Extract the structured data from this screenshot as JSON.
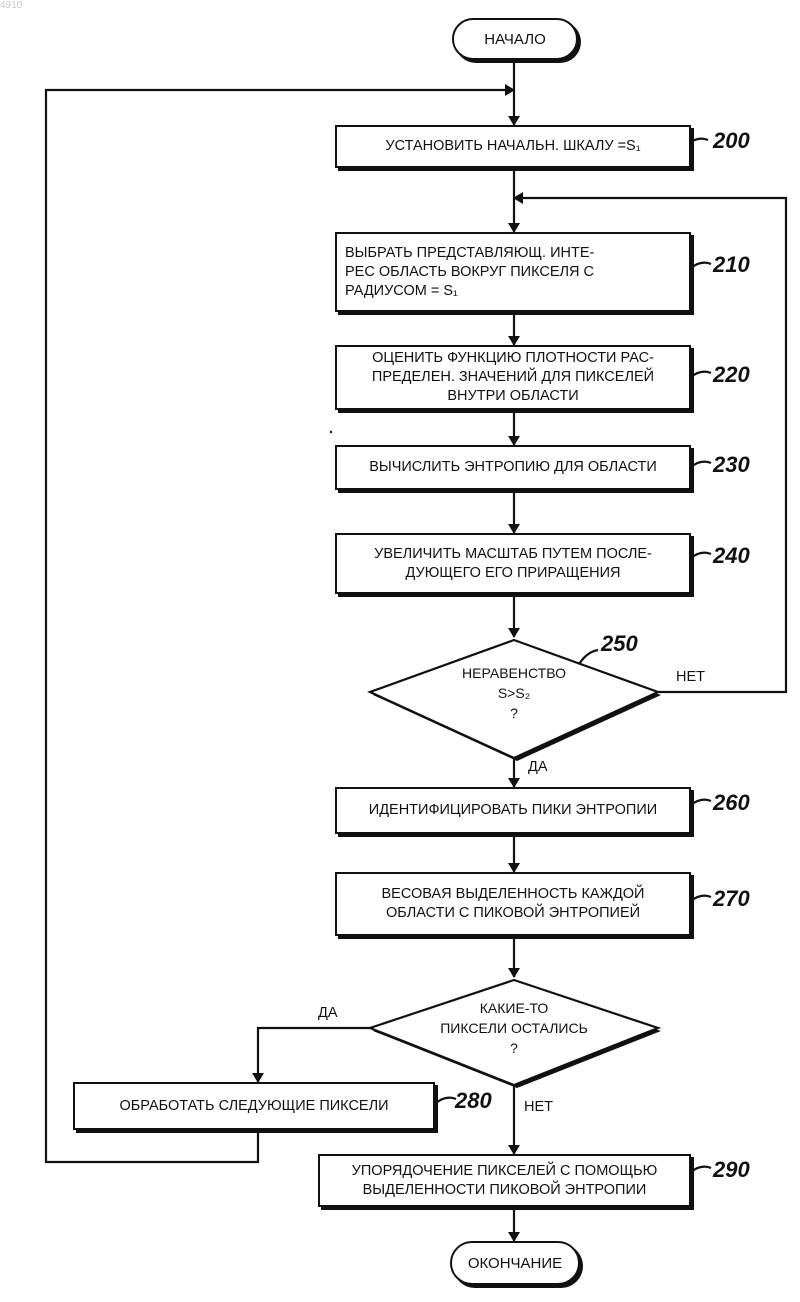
{
  "corner_number": "4910",
  "start": "НАЧАЛО",
  "end": "ОКОНЧАНИЕ",
  "steps": {
    "s200": {
      "lines": [
        "УСТАНОВИТЬ НАЧАЛЬН. ШКАЛУ =S₁"
      ],
      "ref": "200"
    },
    "s210": {
      "lines": [
        "ВЫБРАТЬ ПРЕДСТАВЛЯЮЩ. ИНТЕ-",
        "РЕС ОБЛАСТЬ ВОКРУГ ПИКСЕЛЯ С",
        "РАДИУСОМ = S₁"
      ],
      "ref": "210"
    },
    "s220": {
      "lines": [
        "ОЦЕНИТЬ ФУНКЦИЮ ПЛОТНОСТИ РАС-",
        "ПРЕДЕЛЕН. ЗНАЧЕНИЙ ДЛЯ ПИКСЕЛЕЙ",
        "ВНУТРИ ОБЛАСТИ"
      ],
      "ref": "220"
    },
    "s230": {
      "lines": [
        "ВЫЧИСЛИТЬ ЭНТРОПИЮ ДЛЯ ОБЛАСТИ"
      ],
      "ref": "230"
    },
    "s240": {
      "lines": [
        "УВЕЛИЧИТЬ МАСШТАБ ПУТЕМ ПОСЛЕ-",
        "ДУЮЩЕГО ЕГО ПРИРАЩЕНИЯ"
      ],
      "ref": "240"
    },
    "s250": {
      "lines": [
        "НЕРАВЕНСТВО",
        "S>S₂",
        "?"
      ],
      "ref": "250",
      "no": "НЕТ",
      "yes": "ДА"
    },
    "s260": {
      "lines": [
        "ИДЕНТИФИЦИРОВАТЬ ПИКИ ЭНТРОПИИ"
      ],
      "ref": "260"
    },
    "s270": {
      "lines": [
        "ВЕСОВАЯ ВЫДЕЛЕННОСТЬ КАЖДОЙ",
        "ОБЛАСТИ С ПИКОВОЙ ЭНТРОПИЕЙ"
      ],
      "ref": "270"
    },
    "s275": {
      "lines": [
        "КАКИЕ-ТО",
        "ПИКСЕЛИ ОСТАЛИСЬ",
        "?"
      ],
      "yes": "ДА",
      "no": "НЕТ"
    },
    "s280": {
      "lines": [
        "ОБРАБОТАТЬ СЛЕДУЮЩИЕ ПИКСЕЛИ"
      ],
      "ref": "280"
    },
    "s290": {
      "lines": [
        "УПОРЯДОЧЕНИЕ ПИКСЕЛЕЙ С ПОМОЩЬЮ",
        "ВЫДЕЛЕННОСТИ ПИКОВОЙ ЭНТРОПИИ"
      ],
      "ref": "290"
    }
  }
}
